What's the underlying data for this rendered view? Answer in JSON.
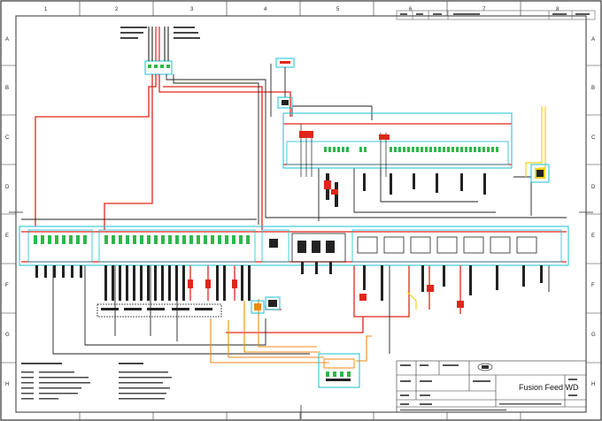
{
  "frame": {
    "column_labels": [
      "1",
      "2",
      "3",
      "4",
      "5",
      "6",
      "7",
      "8"
    ],
    "row_labels": [
      "A",
      "B",
      "C",
      "D",
      "E",
      "F",
      "G",
      "H"
    ]
  },
  "title_block": {
    "title": "Fusion Feed WD"
  },
  "colors": {
    "power_line": "#e0261b",
    "control_line": "#222222",
    "cyan_box": "#16c2d6",
    "green_terminal": "#2db84a",
    "orange_line": "#f08a10",
    "yellow_line": "#f2d21b",
    "border": "#333333"
  }
}
